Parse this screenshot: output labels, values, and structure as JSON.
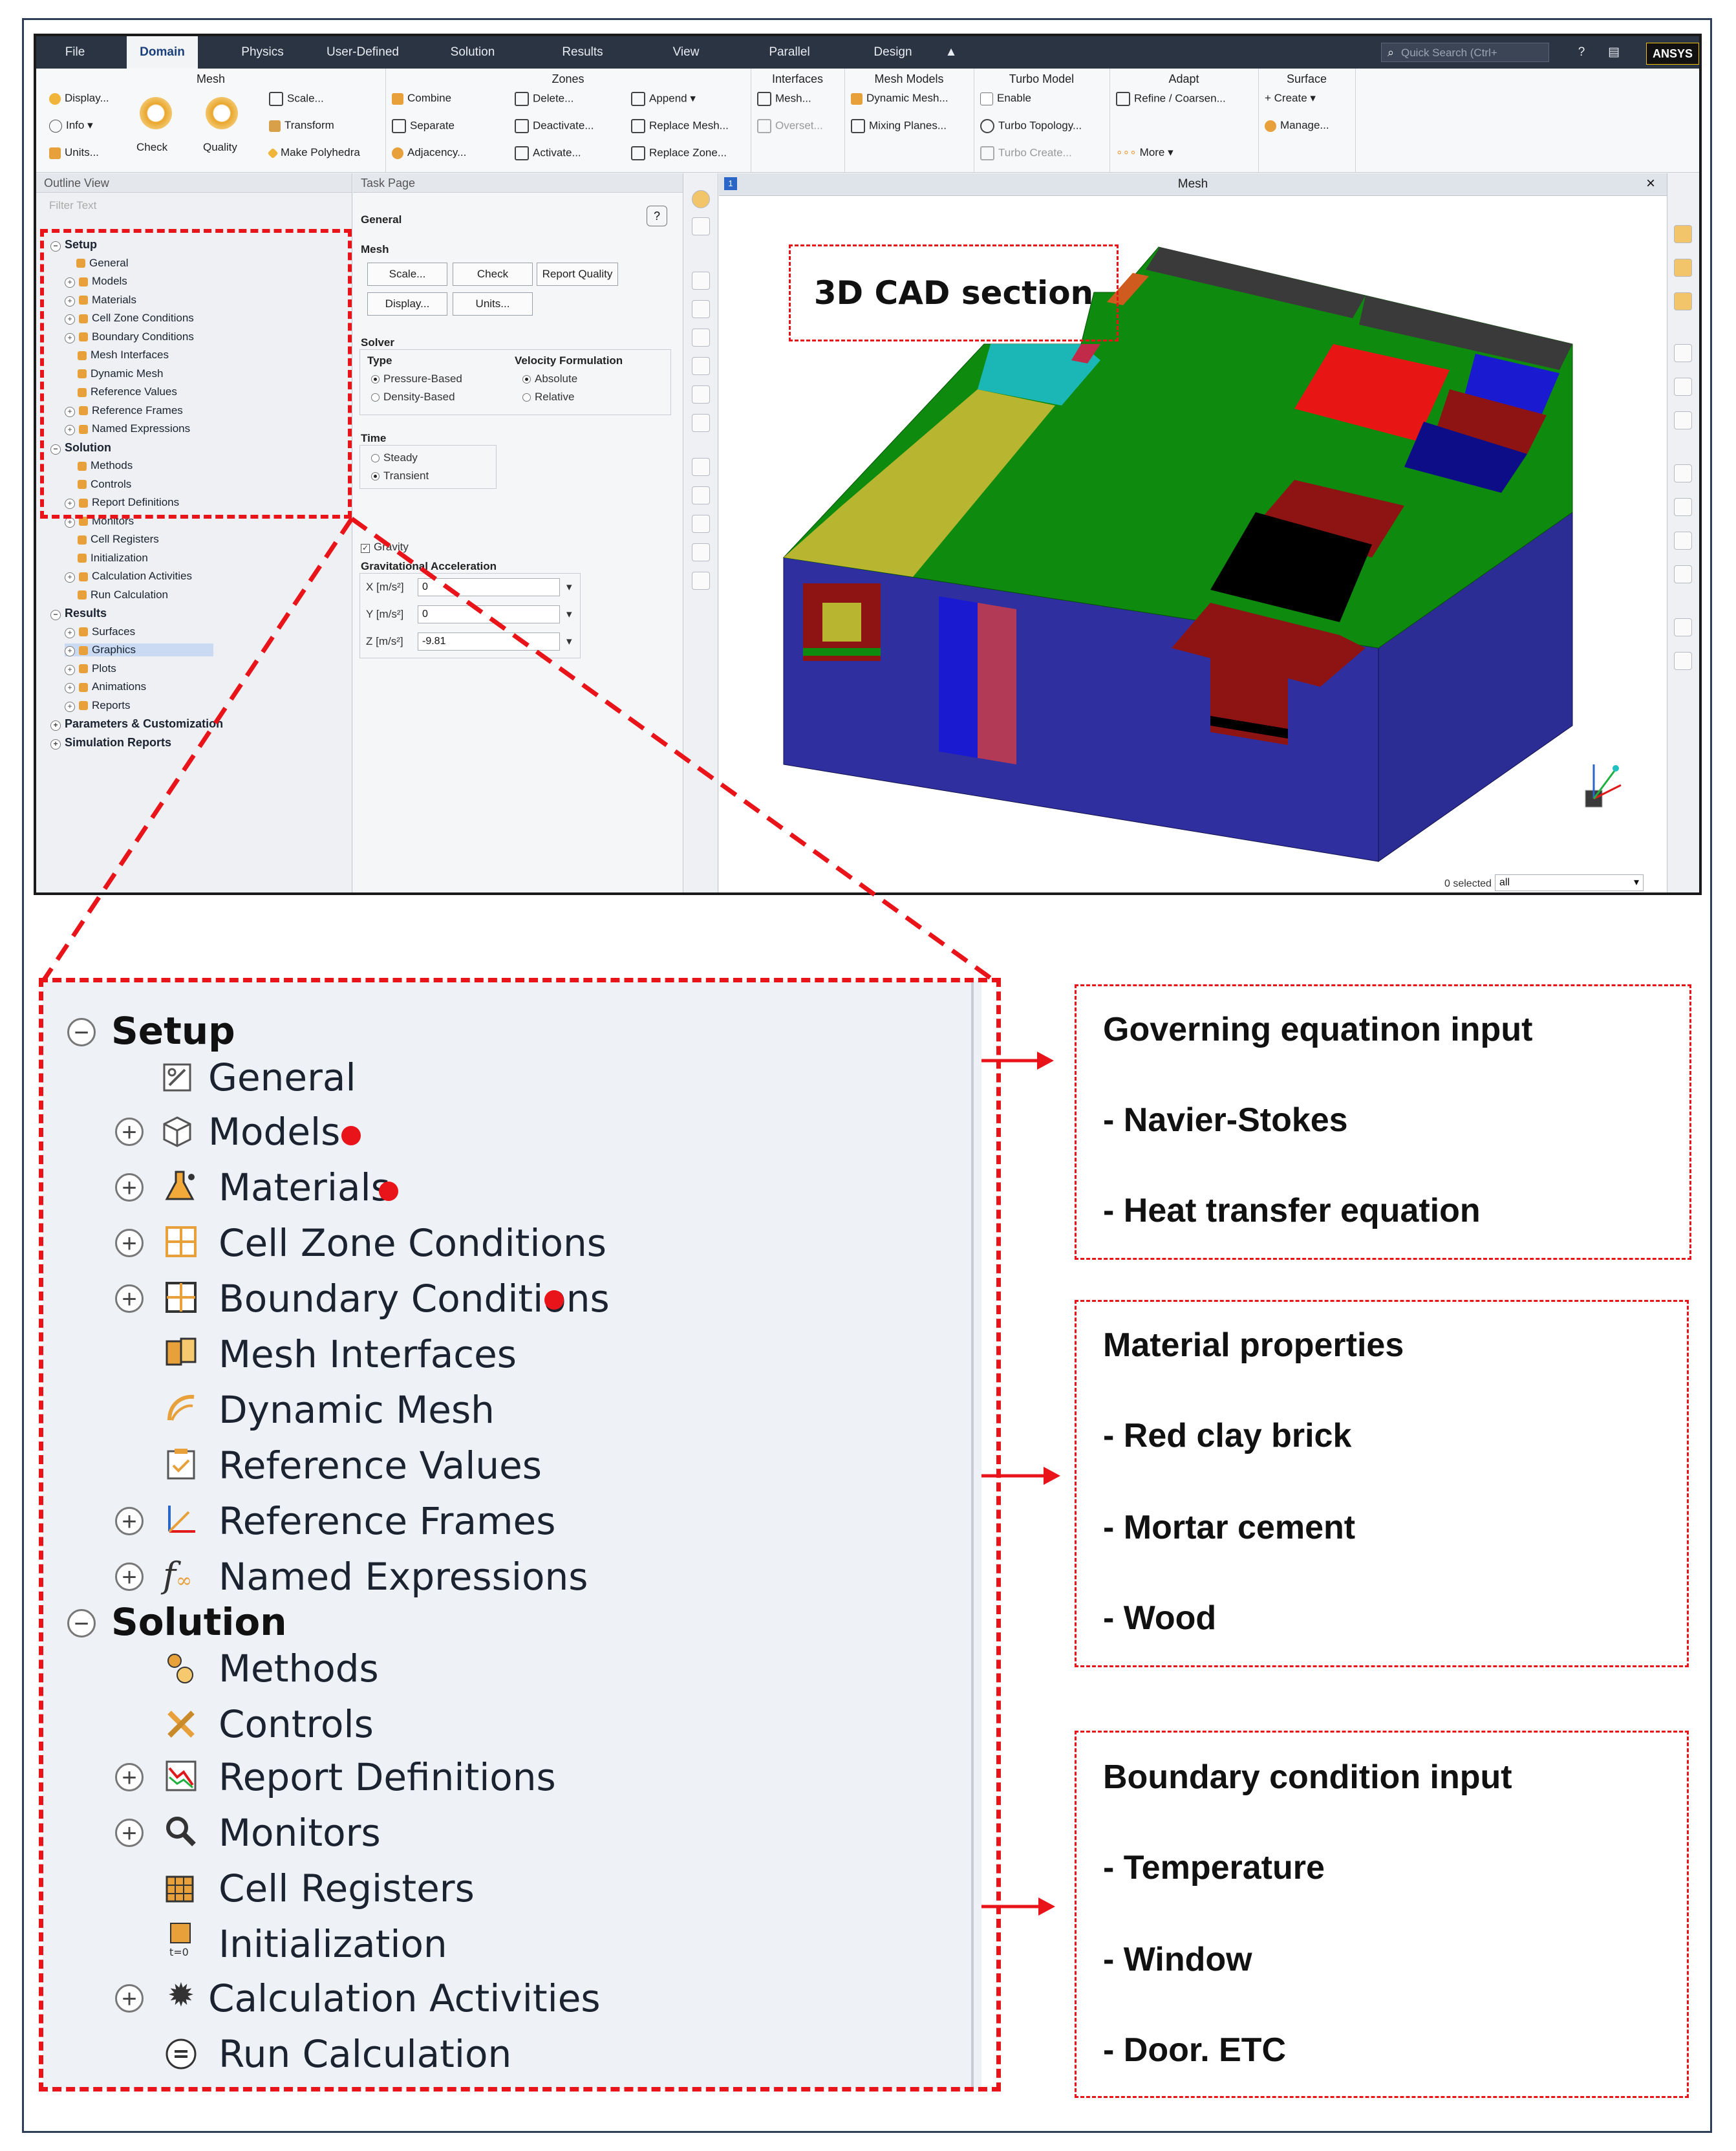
{
  "menubar": {
    "items": [
      "File",
      "Domain",
      "Physics",
      "User-Defined",
      "Solution",
      "Results",
      "View",
      "Parallel",
      "Design"
    ],
    "quick_search_placeholder": "Quick Search (Ctrl+",
    "logo": "ANSYS"
  },
  "ribbon": {
    "mesh": {
      "title": "Mesh",
      "display": "Display...",
      "info": "Info",
      "units": "Units...",
      "check": "Check",
      "quality": "Quality",
      "scale": "Scale...",
      "transform": "Transform",
      "make_polyhedra": "Make Polyhedra"
    },
    "zones": {
      "title": "Zones",
      "combine": "Combine",
      "separate": "Separate",
      "adjacency": "Adjacency...",
      "delete": "Delete...",
      "deactivate": "Deactivate...",
      "activate": "Activate...",
      "append": "Append",
      "replace_mesh": "Replace Mesh...",
      "replace_zone": "Replace Zone..."
    },
    "interfaces": {
      "title": "Interfaces",
      "mesh": "Mesh...",
      "overset": "Overset..."
    },
    "mesh_models": {
      "title": "Mesh Models",
      "dynamic_mesh": "Dynamic Mesh...",
      "mixing_planes": "Mixing Planes..."
    },
    "turbo_model": {
      "title": "Turbo Model",
      "enable": "Enable",
      "turbo_topology": "Turbo Topology...",
      "turbo_create": "Turbo Create..."
    },
    "adapt": {
      "title": "Adapt",
      "refine": "Refine / Coarsen...",
      "more": "More"
    },
    "surface": {
      "title": "Surface",
      "create": "+ Create",
      "manage": "Manage..."
    }
  },
  "outline": {
    "header": "Outline View",
    "filter_placeholder": "Filter Text",
    "setup": "Setup",
    "setup_items": [
      "General",
      "Models",
      "Materials",
      "Cell Zone Conditions",
      "Boundary Conditions",
      "Mesh Interfaces",
      "Dynamic Mesh",
      "Reference Values",
      "Reference Frames",
      "Named Expressions"
    ],
    "solution": "Solution",
    "solution_items": [
      "Methods",
      "Controls",
      "Report Definitions",
      "Monitors",
      "Cell Registers",
      "Initialization",
      "Calculation Activities",
      "Run Calculation"
    ],
    "results": "Results",
    "results_items": [
      "Surfaces",
      "Graphics",
      "Plots",
      "Animations",
      "Reports"
    ],
    "parameters": "Parameters & Customization",
    "sim_reports": "Simulation Reports"
  },
  "task_page": {
    "header": "Task Page",
    "title": "General",
    "mesh_label": "Mesh",
    "buttons": [
      "Scale...",
      "Check",
      "Report Quality",
      "Display...",
      "Units..."
    ],
    "solver_label": "Solver",
    "type_label": "Type",
    "type_options": [
      "Pressure-Based",
      "Density-Based"
    ],
    "velocity_label": "Velocity Formulation",
    "velocity_options": [
      "Absolute",
      "Relative"
    ],
    "time_label": "Time",
    "time_options": [
      "Steady",
      "Transient"
    ],
    "gravity": "Gravity",
    "grav_accel": "Gravitational Acceleration",
    "x_label": "X [m/s²]",
    "x_value": "0",
    "y_label": "Y [m/s²]",
    "y_value": "0",
    "z_label": "Z [m/s²]",
    "z_value": "-9.81"
  },
  "viewport": {
    "title": "Mesh",
    "selected": "0 selected",
    "selected_filter": "all",
    "tag": "1"
  },
  "annotations": {
    "cad_label": "3D CAD section",
    "governing": {
      "title": "Governing equatinon input",
      "items": [
        "- Navier-Stokes",
        "- Heat transfer equation"
      ]
    },
    "materials": {
      "title": "Material properties",
      "items": [
        "- Red clay brick",
        "- Mortar cement",
        "- Wood"
      ]
    },
    "boundary": {
      "title": "Boundary condition input",
      "items": [
        "- Temperature",
        "- Window",
        "- Door. ETC"
      ]
    }
  },
  "colors": {
    "accent_red": "#e8141a",
    "building_blue": "#2f2fa0",
    "roof_green": "#0e8a0e",
    "menubar": "#2b3442"
  }
}
